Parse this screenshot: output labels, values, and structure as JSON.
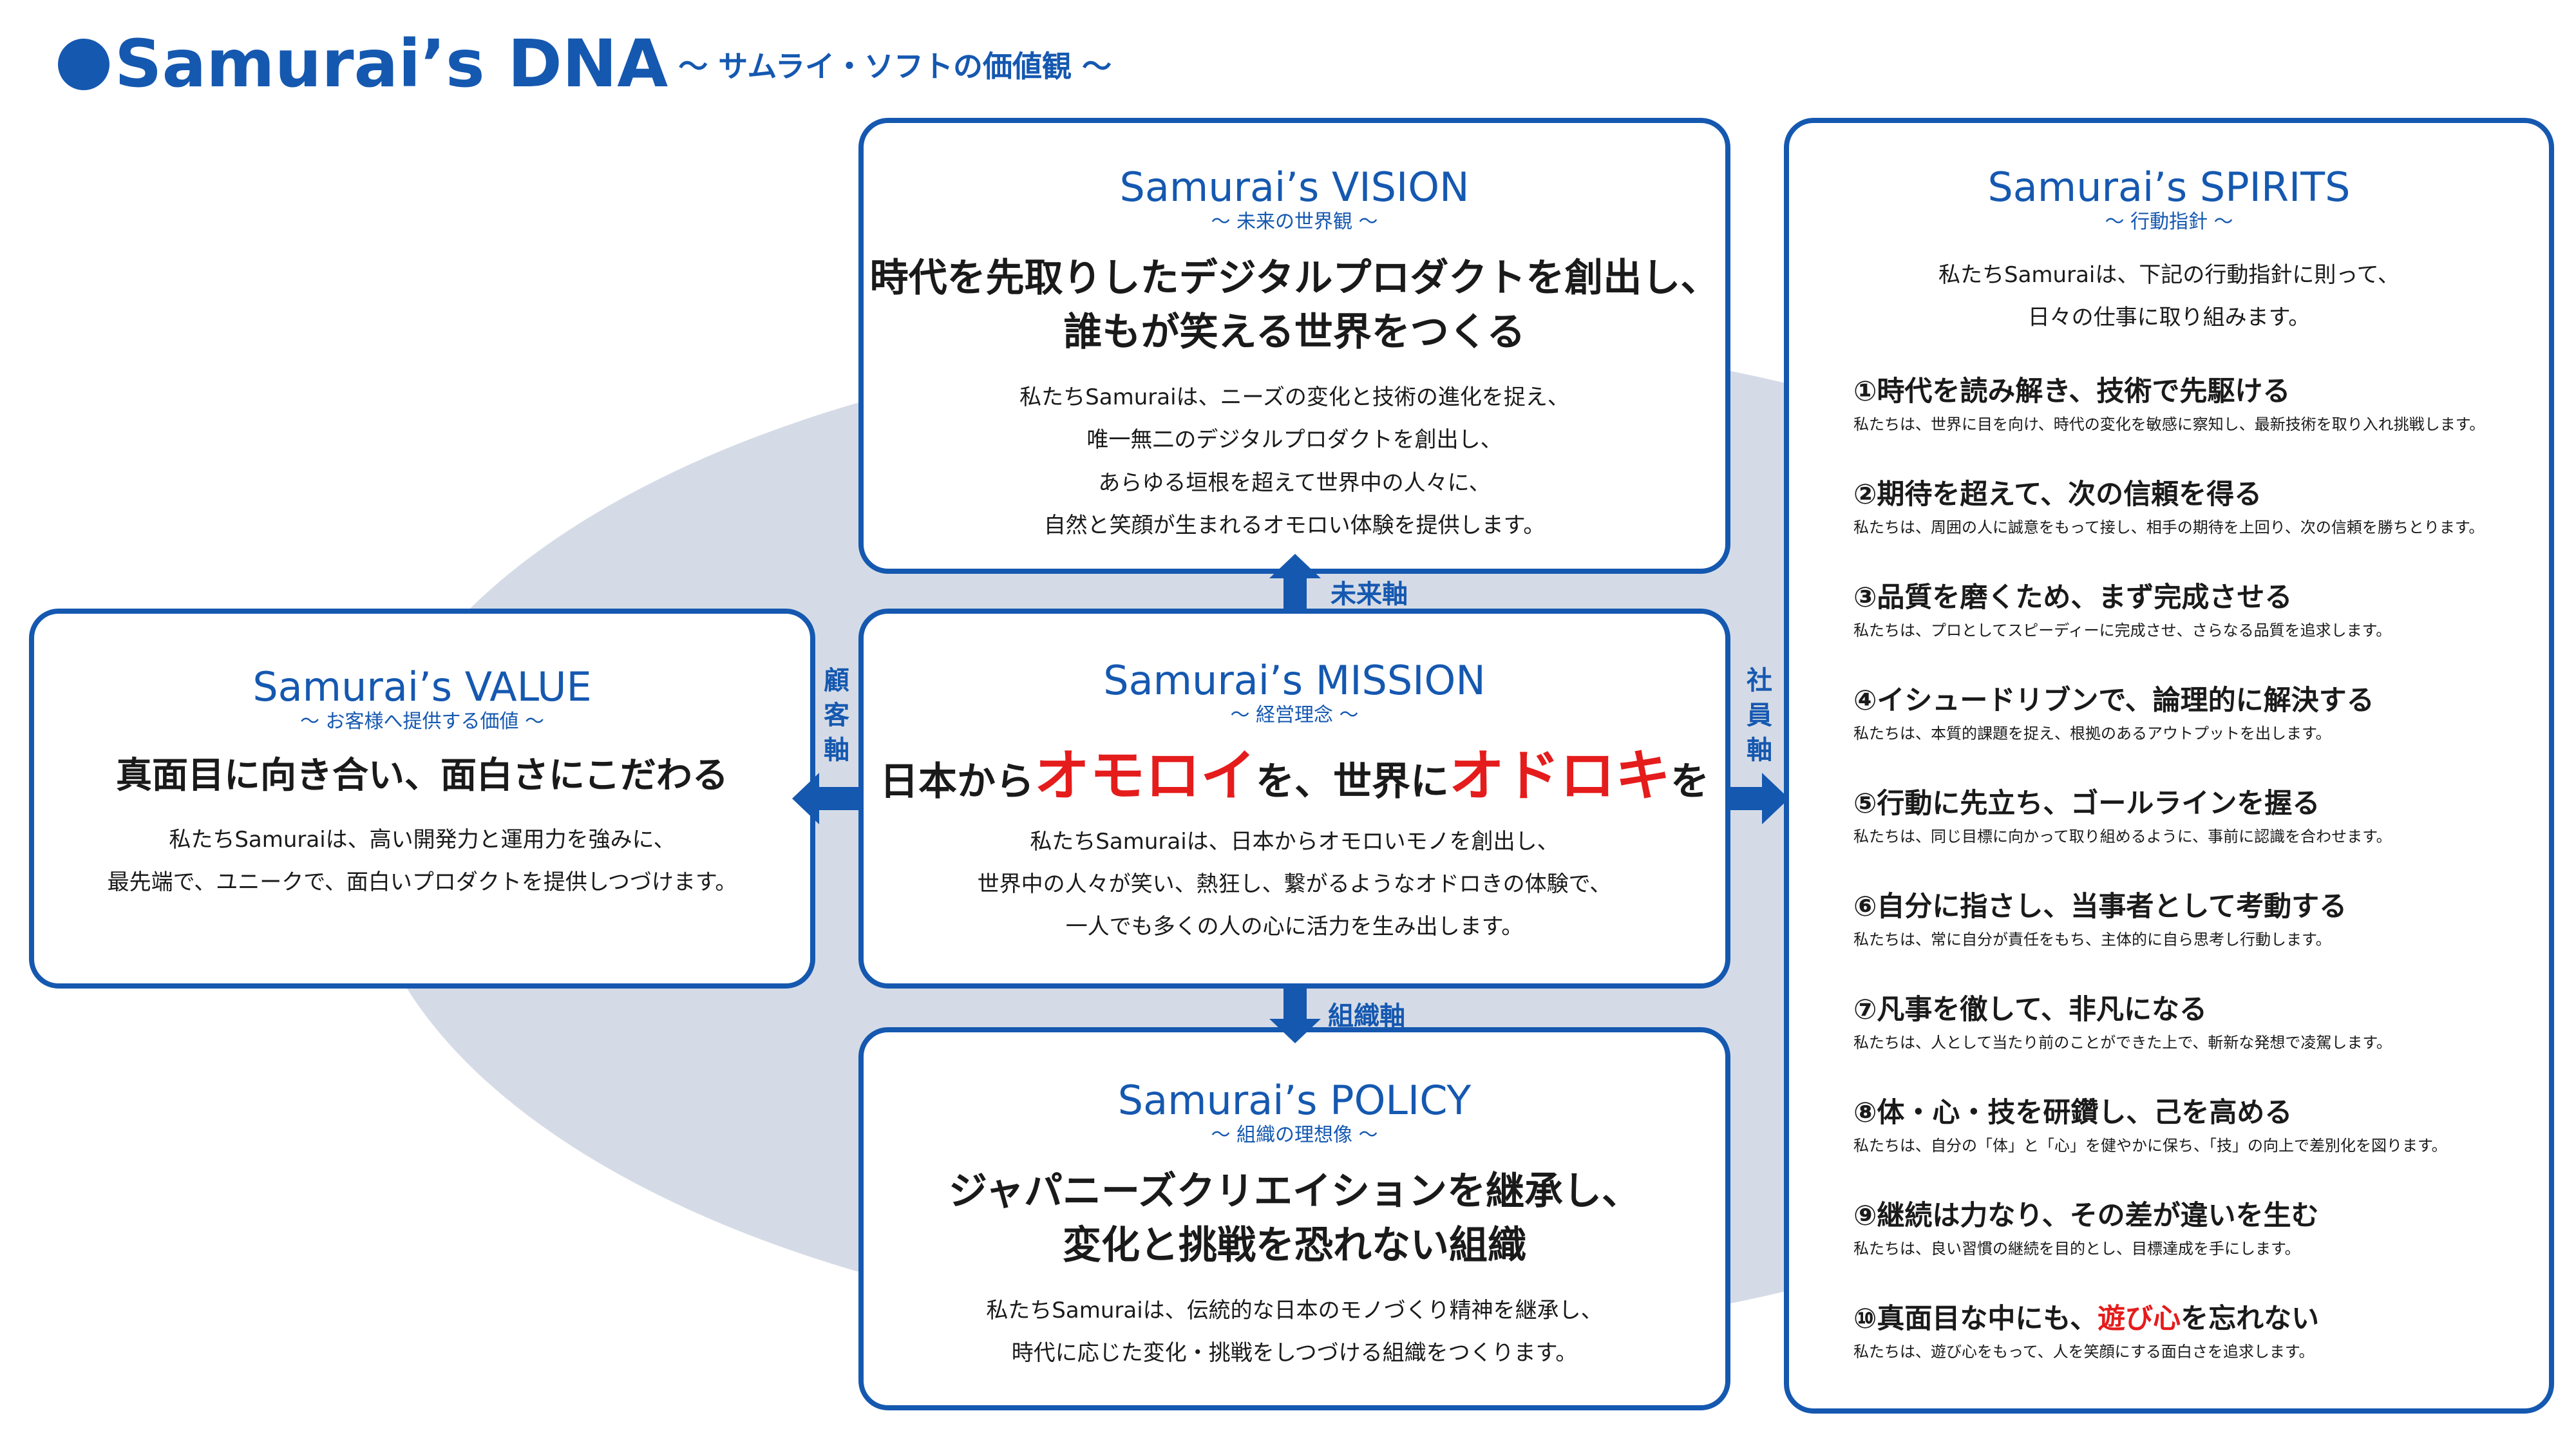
{
  "title": {
    "main": "Samurai’s DNA",
    "sub": "～ サムライ・ソフトの価値観 ～"
  },
  "colors": {
    "accent": "#1558b0",
    "highlight": "#e51c1c",
    "background_ellipse": "#d5dbe6"
  },
  "vision": {
    "heading": "Samurai’s VISION",
    "subheading": "～ 未来の世界観 ～",
    "lead": [
      "時代を先取りしたデジタルプロダクトを創出し、",
      "誰もが笑える世界をつくる"
    ],
    "description": [
      "私たちSamuraiは、ニーズの変化と技術の進化を捉え、",
      "唯一無二のデジタルプロダクトを創出し、",
      "あらゆる垣根を超えて世界中の人々に、",
      "自然と笑顔が生まれるオモロい体験を提供します。"
    ]
  },
  "mission": {
    "heading": "Samurai’s MISSION",
    "subheading": "～ 経営理念 ～",
    "lead_parts": [
      "日本から",
      "オモロイ",
      "を、世界に",
      "オドロキ",
      "を"
    ],
    "description": [
      "私たちSamuraiは、日本からオモロいモノを創出し、",
      "世界中の人々が笑い、熱狂し、繋がるようなオドロきの体験で、",
      "一人でも多くの人の心に活力を生み出します。"
    ]
  },
  "value": {
    "heading": "Samurai’s VALUE",
    "subheading": "～ お客様へ提供する価値 ～",
    "lead": "真面目に向き合い、面白さにこだわる",
    "description": [
      "私たちSamuraiは、高い開発力と運用力を強みに、",
      "最先端で、ユニークで、面白いプロダクトを提供しつづけます。"
    ]
  },
  "policy": {
    "heading": "Samurai’s POLICY",
    "subheading": "～ 組織の理想像 ～",
    "lead": [
      "ジャパニーズクリエイションを継承し、",
      "変化と挑戦を恐れない組織"
    ],
    "description": [
      "私たちSamuraiは、伝統的な日本のモノづくり精神を継承し、",
      "時代に応じた変化・挑戦をしつづける組織をつくります。"
    ]
  },
  "spirits": {
    "heading": "Samurai’s  SPIRITS",
    "subheading": "～ 行動指針 ～",
    "intro": [
      "私たちSamuraiは、下記の行動指針に則って、",
      "日々の仕事に取り組みます。"
    ],
    "items": [
      {
        "title": "①時代を読み解き、技術で先駆ける",
        "desc": "私たちは、世界に目を向け、時代の変化を敏感に察知し、最新技術を取り入れ挑戦します。"
      },
      {
        "title": "②期待を超えて、次の信頼を得る",
        "desc": "私たちは、周囲の人に誠意をもって接し、相手の期待を上回り、次の信頼を勝ちとります。"
      },
      {
        "title": "③品質を磨くため、まず完成させる",
        "desc": "私たちは、プロとしてスピーディーに完成させ、さらなる品質を追求します。"
      },
      {
        "title": "④イシュードリブンで、論理的に解決する",
        "desc": "私たちは、本質的課題を捉え、根拠のあるアウトプットを出します。"
      },
      {
        "title": "⑤行動に先立ち、ゴールラインを握る",
        "desc": "私たちは、同じ目標に向かって取り組めるように、事前に認識を合わせます。"
      },
      {
        "title": "⑥自分に指さし、当事者として考動する",
        "desc": "私たちは、常に自分が責任をもち、主体的に自ら思考し行動します。"
      },
      {
        "title": "⑦凡事を徹して、非凡になる",
        "desc": "私たちは、人として当たり前のことができた上で、斬新な発想で凌駕します。"
      },
      {
        "title": "⑧体・心・技を研鑽し、己を高める",
        "desc": "私たちは、自分の「体」と「心」を健やかに保ち、「技」の向上で差別化を図ります。"
      },
      {
        "title": "⑨継続は力なり、その差が違いを生む",
        "desc": "私たちは、良い習慣の継続を目的とし、目標達成を手にします。"
      },
      {
        "title_before": "⑩真面目な中にも、",
        "title_highlight": "遊び心",
        "title_after": "を忘れない",
        "desc": "私たちは、遊び心をもって、人を笑顔にする面白さを追求します。"
      }
    ]
  },
  "axes": {
    "future": "未来軸",
    "organization": "組織軸",
    "customer": "顧客軸",
    "employee": "社員軸"
  }
}
